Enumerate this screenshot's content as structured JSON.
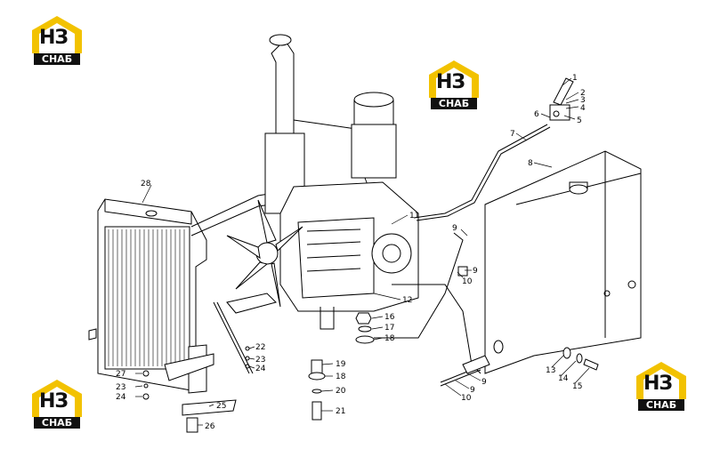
{
  "logo": {
    "mark": "НЗ",
    "caption": "СНАБ",
    "color": "#f2c200"
  },
  "callouts": [
    {
      "id": "c1",
      "text": "1"
    },
    {
      "id": "c2",
      "text": "2"
    },
    {
      "id": "c3",
      "text": "3"
    },
    {
      "id": "c4",
      "text": "4"
    },
    {
      "id": "c5",
      "text": "5"
    },
    {
      "id": "c6",
      "text": "6"
    },
    {
      "id": "c7",
      "text": "7"
    },
    {
      "id": "c8",
      "text": "8"
    },
    {
      "id": "c9a",
      "text": "9"
    },
    {
      "id": "c9b",
      "text": "9"
    },
    {
      "id": "c9c",
      "text": "9"
    },
    {
      "id": "c9d",
      "text": "9"
    },
    {
      "id": "c10a",
      "text": "10"
    },
    {
      "id": "c10b",
      "text": "10"
    },
    {
      "id": "c11",
      "text": "11"
    },
    {
      "id": "c12",
      "text": "12"
    },
    {
      "id": "c13",
      "text": "13"
    },
    {
      "id": "c14",
      "text": "14"
    },
    {
      "id": "c15",
      "text": "15"
    },
    {
      "id": "c16",
      "text": "16"
    },
    {
      "id": "c17",
      "text": "17"
    },
    {
      "id": "c18a",
      "text": "18"
    },
    {
      "id": "c18b",
      "text": "18"
    },
    {
      "id": "c19",
      "text": "19"
    },
    {
      "id": "c20",
      "text": "20"
    },
    {
      "id": "c21",
      "text": "21"
    },
    {
      "id": "c22",
      "text": "22"
    },
    {
      "id": "c23a",
      "text": "23"
    },
    {
      "id": "c23b",
      "text": "23"
    },
    {
      "id": "c24a",
      "text": "24"
    },
    {
      "id": "c24b",
      "text": "24"
    },
    {
      "id": "c25",
      "text": "25"
    },
    {
      "id": "c26",
      "text": "26"
    },
    {
      "id": "c27",
      "text": "27"
    },
    {
      "id": "c28",
      "text": "28"
    }
  ]
}
